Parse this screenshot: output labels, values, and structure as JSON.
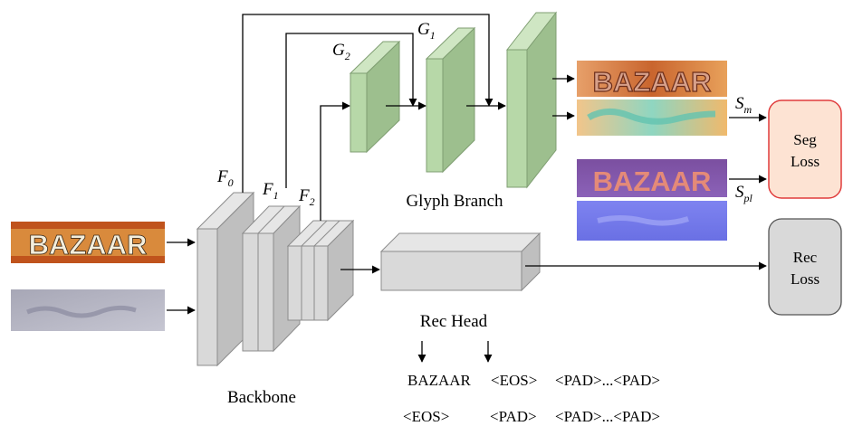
{
  "input_images": {
    "clear_text": "BAZAAR"
  },
  "labels": {
    "backbone": "Backbone",
    "glyph_branch": "Glyph Branch",
    "rec_head": "Rec Head"
  },
  "features": {
    "f0": {
      "main": "F",
      "sub": "0"
    },
    "f1": {
      "main": "F",
      "sub": "1"
    },
    "f2": {
      "main": "F",
      "sub": "2"
    },
    "g1": {
      "main": "G",
      "sub": "1"
    },
    "g2": {
      "main": "G",
      "sub": "2"
    }
  },
  "outputs": {
    "sm": {
      "main": "S",
      "sub": "m"
    },
    "spl": {
      "main": "S",
      "sub": "pl"
    },
    "seg_map_text": "BAZAAR",
    "pseudo_text": "BAZAAR"
  },
  "losses": {
    "seg": {
      "line1": "Seg",
      "line2": "Loss"
    },
    "rec": {
      "line1": "Rec",
      "line2": "Loss"
    }
  },
  "tokens": {
    "row1": [
      "BAZAAR",
      "<EOS>",
      "<PAD>...<PAD>"
    ],
    "row2": [
      "<EOS>",
      "<PAD>",
      "<PAD>...<PAD>"
    ]
  },
  "colors": {
    "backbone_front": "#d9d9d9",
    "backbone_side": "#bfbfbf",
    "glyph_front": "#b7d8a8",
    "glyph_side": "#9dbf8e",
    "seg_loss_fill": "#fde3d3",
    "seg_loss_stroke": "#e03c3c",
    "rec_loss_fill": "#d9d9d9"
  }
}
